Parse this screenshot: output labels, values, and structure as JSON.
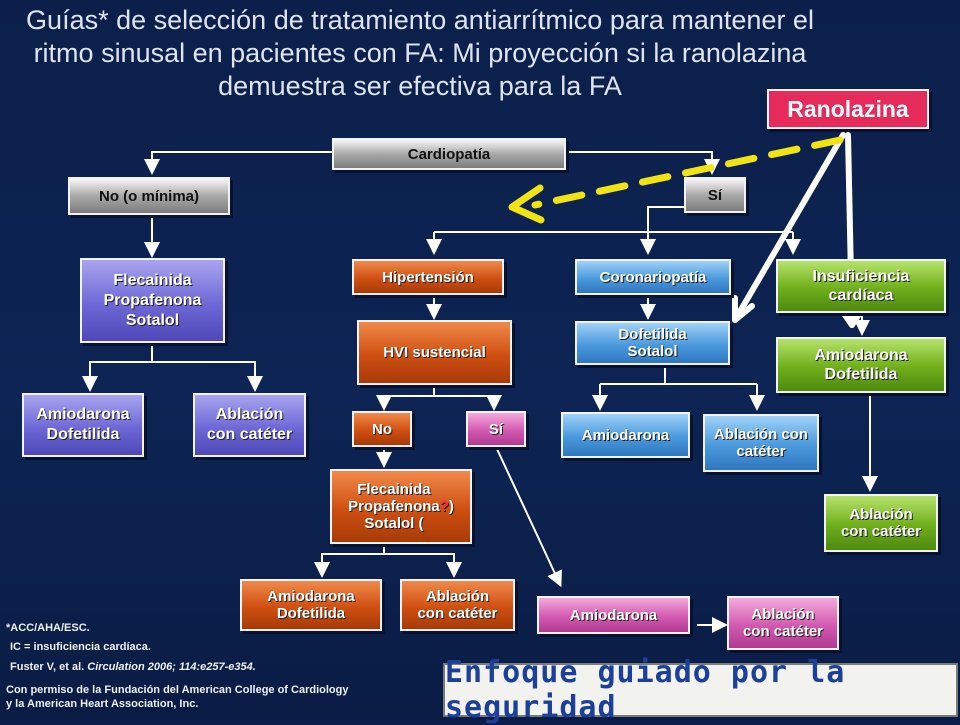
{
  "title": "Guías* de selección de tratamiento antiarrítmico para mantener el ritmo sinusal en pacientes con FA: Mi proyección si la ranolazina demuestra ser efectiva para la FA",
  "ranolazina": "Ranolazina",
  "nodes": {
    "cardiopatia": "Cardiopatía",
    "no_minima": "No (o mínima)",
    "si_top": "Sí",
    "flec_left": "Flecainida\nPropafenona\nSotalol",
    "amio_dofe_left": "Amiodarona\nDofetilida",
    "ablacion_left": "Ablación\ncon catéter",
    "hipertension": "Hipertensión",
    "hvi": "HVI sustencial",
    "no_hvi": "No",
    "si_hvi": "Sí",
    "flec_mid_a": "Flecainida\nPropafenona\nSotalol (",
    "flec_mid_q": "?",
    "flec_mid_b": ")",
    "amio_dofe_mid": "Amiodarona\nDofetilida",
    "ablacion_mid": "Ablación\ncon catéter",
    "amio_pink": "Amiodarona",
    "ablacion_pink": "Ablación\ncon catéter",
    "coronariopatia": "Coronariopatía",
    "dofe_sotalol": "Dofetilida\nSotalol",
    "amio_blue": "Amiodarona",
    "ablacion_blue": "Ablación con\ncatéter",
    "insuficiencia": "Insuficiencia\ncardíaca",
    "amio_dofe_green": "Amiodarona\nDofetilida",
    "ablacion_green": "Ablación\ncon catéter"
  },
  "footnotes": {
    "line1": "*ACC/AHA/ESC.",
    "line2": "IC = insuficiencia cardíaca.",
    "line3_a": "Fuster V, et al. ",
    "line3_b": "Circulation 2006; 114:e257-e354.",
    "line4": "Con permiso de la Fundación del American College of Cardiology",
    "line5": "y la American Heart Association, Inc."
  },
  "banner": "Enfoque guiado por la seguridad",
  "colors": {
    "background": "#0d2454",
    "ranolazina": "#e62a5a",
    "dashed_arrow": "#f2e313",
    "banner_text": "#1c3f9a"
  }
}
